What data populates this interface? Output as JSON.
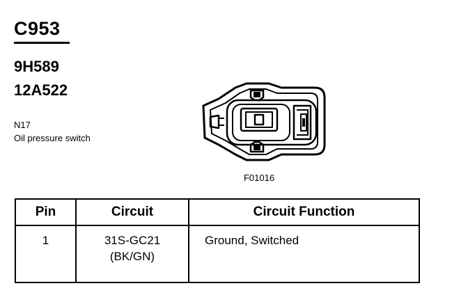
{
  "header": {
    "connector_id": "C953",
    "part_numbers": [
      "9H589",
      "12A522"
    ],
    "location_code": "N17",
    "description": "Oil pressure switch"
  },
  "figure": {
    "code": "F01016"
  },
  "table": {
    "headers": {
      "pin": "Pin",
      "circuit": "Circuit",
      "function": "Circuit Function"
    },
    "rows": [
      {
        "pin": "1",
        "circuit": "31S-GC21",
        "color": "(BK/GN)",
        "function": "Ground, Switched"
      }
    ]
  }
}
